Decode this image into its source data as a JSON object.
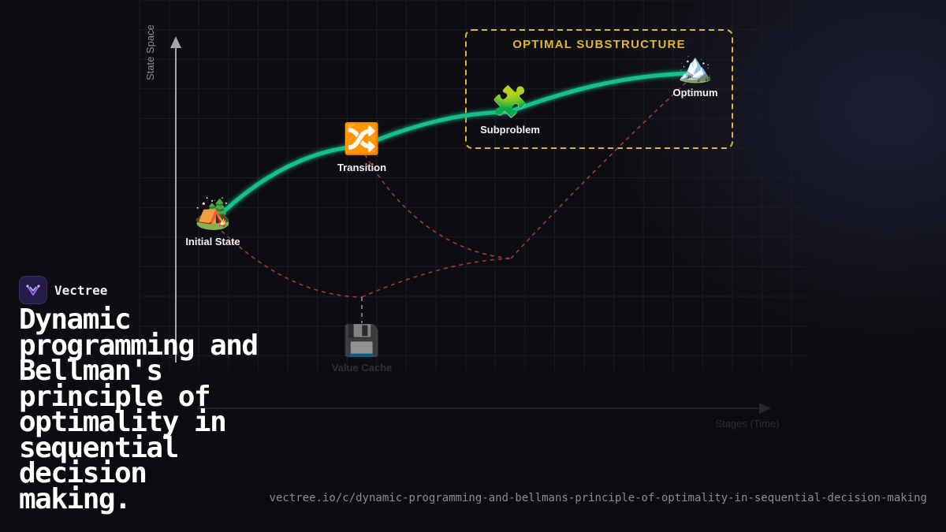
{
  "brand": {
    "name": "Vectree",
    "logo": "vectree-logo-icon",
    "accent": "#a855f7"
  },
  "title": "Dynamic programming and Bellman's principle of optimality in sequential decision making.",
  "url": "vectree.io/c/dynamic-programming-and-bellmans-principle-of-optimality-in-sequential-decision-making",
  "diagram": {
    "y_axis_label": "State Space",
    "x_axis_label": "Stages (Time)",
    "box_title": "OPTIMAL SUBSTRUCTURE",
    "colors": {
      "path": "#17c08a",
      "dashed": "#9a3a44",
      "box": "#e3b52c",
      "grid": "#1c1d23"
    },
    "nodes": [
      {
        "id": "initial",
        "label": "Initial State",
        "icon": "camping-tent-icon",
        "glyph": "🏕️"
      },
      {
        "id": "transition",
        "label": "Transition",
        "icon": "shuffle-icon",
        "glyph": "🔀"
      },
      {
        "id": "subproblem",
        "label": "Subproblem",
        "icon": "puzzle-piece-icon",
        "glyph": "🧩"
      },
      {
        "id": "optimum",
        "label": "Optimum",
        "icon": "mountain-icon",
        "glyph": "🏔️"
      },
      {
        "id": "cache",
        "label": "Value Cache",
        "icon": "floppy-disk-icon",
        "glyph": "💾"
      }
    ]
  }
}
